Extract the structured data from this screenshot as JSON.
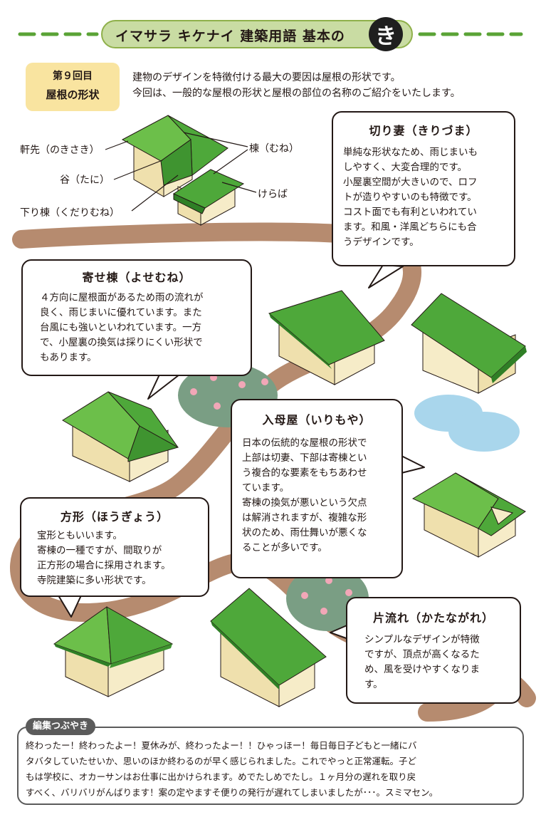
{
  "header": {
    "series_title": "イマサラ キケナイ 建築用語 基本の",
    "badge": "き"
  },
  "episode": {
    "number": "第９回目",
    "title": "屋根の形状"
  },
  "intro": {
    "line1": "建物のデザインを特徴付ける最大の要因は屋根の形状です。",
    "line2": "今回は、一般的な屋根の形状と屋根の部位の名称のご紹介をいたします。"
  },
  "parts_diagram": {
    "labels": {
      "nokisaki": "軒先（のきさき）",
      "tani": "谷（たに）",
      "kudarimune": "下り棟（くだりむね）",
      "mune": "棟（むね）",
      "keraba": "けらば"
    }
  },
  "roof_types": {
    "kirizuma": {
      "title": "切り妻（きりづま）",
      "lines": [
        "単純な形状なため、雨じまいも",
        "しやすく、大変合理的です。",
        "小屋裏空間が大きいので、ロフ",
        "トが造りやすいのも特徴です。",
        "コスト面でも有利といわれてい",
        "ます。和風・洋風どちらにも合",
        "うデザインです。"
      ]
    },
    "yosemune": {
      "title": "寄せ棟（よせむね）",
      "lines": [
        "４方向に屋根面があるため雨の流れが",
        "良く、雨じまいに優れています。また",
        "台風にも強いといわれています。一方",
        "で、小屋裏の換気は採りにくい形状で",
        "もあります。"
      ]
    },
    "irimoya": {
      "title": "入母屋（いりもや）",
      "lines": [
        "日本の伝統的な屋根の形状で",
        "上部は切妻、下部は寄棟とい",
        "う複合的な要素をもちあわせ",
        "ています。",
        "寄棟の換気が悪いという欠点",
        "は解消されますが、複雑な形",
        "状のため、雨仕舞いが悪くな",
        "ることが多いです。"
      ]
    },
    "hougyou": {
      "title": "方形（ほうぎょう）",
      "lines": [
        "宝形ともいいます。",
        "寄棟の一種ですが、間取りが",
        "正方形の場合に採用されます。",
        "寺院建築に多い形状です。"
      ]
    },
    "katanagare": {
      "title": "片流れ（かたながれ）",
      "lines": [
        "シンプルなデザインが特徴",
        "ですが、頂点が高くなるた",
        "め、風を受けやすくなりま",
        "す。"
      ]
    }
  },
  "footer": {
    "tag": "編集つぶやき",
    "lines": [
      "終わったー！終わったよー！夏休みが、終わったよー！！ひゃっほー！毎日毎日子どもと一緒にバ",
      "タバタしていたせいか、思いのほか終わるのが早く感じられました。これでやっと正常運転。子ど",
      "もは学校に、オカーサンはお仕事に出かけられます。めでたしめでたし。１ヶ月分の遅れを取り戻",
      "すべく、バリバリがんばります！案の定やますそ便りの発行が遅れてしまいましたが･･･。スミマセン。"
    ]
  },
  "colors": {
    "roof_green": "#4ea83a",
    "roof_green_light": "#6cbf4a",
    "roof_green_dark": "#2f7f26",
    "wall": "#efe0ad",
    "path": "#b68b6f",
    "bush": "#7a9e84",
    "pond": "#a9d6ec",
    "flower": "#f2a7b7",
    "header_green": "#c9dca3",
    "episode_yellow": "#f9e4a0"
  }
}
